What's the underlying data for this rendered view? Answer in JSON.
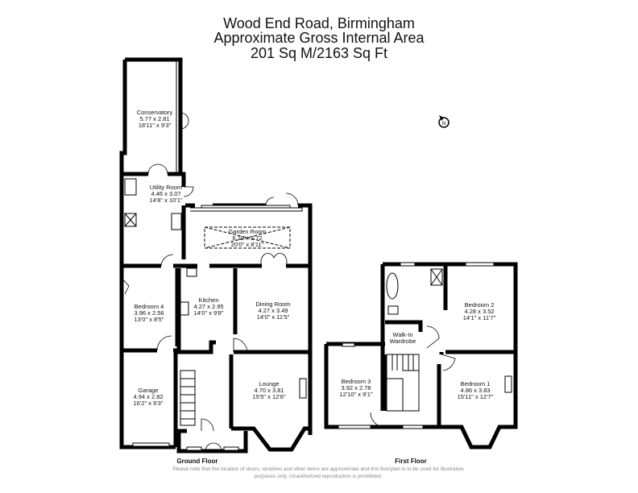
{
  "title": {
    "line1": "Wood End Road, Birmingham",
    "line2": "Approximate Gross Internal Area",
    "line3": "201 Sq M/2163 Sq Ft"
  },
  "ground_floor": {
    "label": "Ground Floor",
    "rooms": {
      "conservatory": {
        "name": "Conservatory",
        "metric": "5.77 x 2.81",
        "imperial": "18'11\" x 9'3\""
      },
      "utility": {
        "name": "Utility Room",
        "metric": "4.46 x 3.07",
        "imperial": "14'8\" x 10'1\""
      },
      "garden": {
        "name": "Garden Room",
        "metric": "6.10 x 2.72",
        "imperial": "20'0\" x 8'11\""
      },
      "bedroom4": {
        "name": "Bedroom 4",
        "metric": "3.96 x 2.56",
        "imperial": "13'0\" x 8'5\""
      },
      "kitchen": {
        "name": "Kitchen",
        "metric": "4.27 x 2.95",
        "imperial": "14'0\" x 9'8\""
      },
      "dining": {
        "name": "Dining Room",
        "metric": "4.27 x 3.49",
        "imperial": "14'0\" x 11'5\""
      },
      "garage": {
        "name": "Garage",
        "metric": "4.94 x 2.82",
        "imperial": "16'2\" x 9'3\""
      },
      "lounge": {
        "name": "Lounge",
        "metric": "4.70 x 3.81",
        "imperial": "15'5\" x 12'6\""
      }
    }
  },
  "first_floor": {
    "label": "First Floor",
    "rooms": {
      "bedroom2": {
        "name": "Bedroom 2",
        "metric": "4.28 x 3.52",
        "imperial": "14'1\" x 11'7\""
      },
      "wardrobe": {
        "name1": "Walk-In",
        "name2": "Wardrobe"
      },
      "bedroom3": {
        "name": "Bedroom 3",
        "metric": "3.92 x 2.78",
        "imperial": "12'10\" x 9'1\""
      },
      "bedroom1": {
        "name": "Bedroom 1",
        "metric": "4.86 x 3.83",
        "imperial": "15'11\" x 12'7\""
      }
    }
  },
  "compass": {
    "letter": "N"
  },
  "disclaimer": {
    "line1": "Please note that the location of doors, windows and other items are approximate and this floorplan is to be used for illustrative",
    "line2": "purposes only. Unauthorized reproduction is prohibited."
  }
}
